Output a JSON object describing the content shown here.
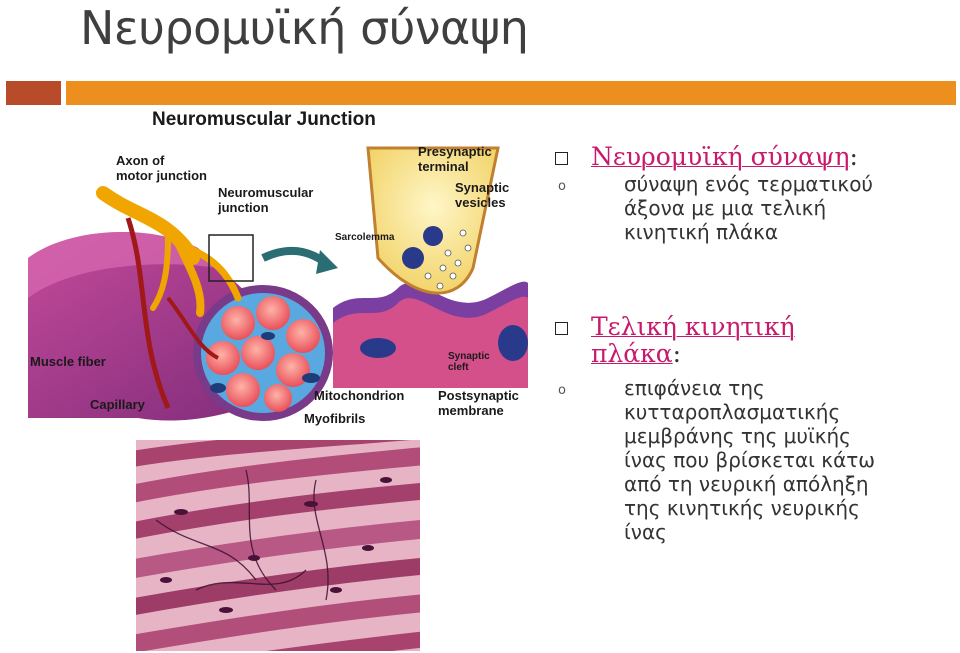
{
  "slide": {
    "title": "Νευρομυϊκή σύναψη",
    "accent_left": "#b84c2a",
    "accent_right": "#ec8f1e"
  },
  "figure": {
    "title": "Neuromuscular Junction",
    "labels": {
      "axon": "Axon of",
      "axon2": "motor junction",
      "nmj": "Neuromuscular",
      "nmj2": "junction",
      "presyn": "Presynaptic",
      "presyn2": "terminal",
      "vesicles": "Synaptic",
      "vesicles2": "vesicles",
      "sarcolemma": "Sarcolemma",
      "cleft": "Synaptic",
      "cleft2": "cleft",
      "muscle": "Muscle fiber",
      "capillary": "Capillary",
      "mito": "Mitochondrion",
      "myofibrils": "Myofibrils",
      "postsyn": "Postsynaptic",
      "postsyn2": "membrane"
    }
  },
  "bullets": [
    {
      "heading": "Νευρομυϊκή σύναψη",
      "colon": ":",
      "sub": [
        "σύναψη ενός τερματικού",
        "άξονα με μια τελική",
        "κινητική πλάκα"
      ]
    },
    {
      "heading_line1": "Τελική κινητική",
      "heading_line2": "πλάκα",
      "colon": ":",
      "sub": [
        "επιφάνεια της",
        "κυτταροπλασματικής",
        "μεμβράνης της μυϊκής",
        "ίνας που βρίσκεται κάτω",
        "από τη νευρική απόληξη",
        "της κινητικής νευρικής",
        "ίνας"
      ]
    }
  ],
  "icons": {
    "bullet": "hollow-square-bullet",
    "sub_bullet": "hollow-circle-bullet"
  }
}
